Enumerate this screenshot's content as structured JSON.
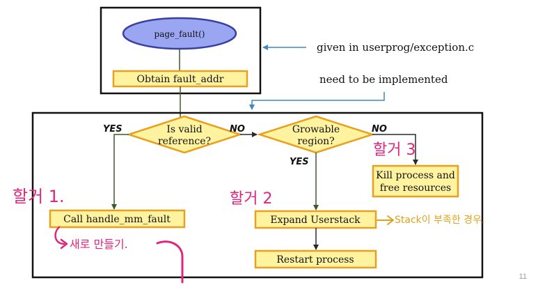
{
  "top_box": {
    "oval_label": "page_fault()",
    "fault_addr_label": "Obtain fault_addr"
  },
  "annotations": {
    "given": "given in userprog/exception.c",
    "implement": "need to be implemented"
  },
  "decisions": {
    "valid": {
      "line1": "Is valid",
      "line2": "reference?"
    },
    "growable": {
      "line1": "Growable",
      "line2": "region?"
    }
  },
  "branch_labels": {
    "valid_yes": "YES",
    "valid_no": "NO",
    "growable_yes": "YES",
    "growable_no": "NO"
  },
  "actions": {
    "kill_line1": "Kill process and",
    "kill_line2": "free resources",
    "call_mm": "Call handle_mm_fault",
    "expand": "Expand Userstack",
    "restart": "Restart process"
  },
  "handwriting": {
    "todo1": "할거 1.",
    "todo2": "할거 2",
    "todo3": "할거 3",
    "new_make": "새로 만들기.",
    "stack_note": "Stack이 부족한 경우."
  },
  "page_number": "11",
  "colors": {
    "box_fill": "#fff3a0",
    "box_stroke": "#e8a020",
    "oval_fill": "#9aa6f2",
    "oval_stroke": "#3a3f9e",
    "arrow_blue": "#3f86c2",
    "pink": "#e0267a",
    "orange": "#e0a21a"
  }
}
